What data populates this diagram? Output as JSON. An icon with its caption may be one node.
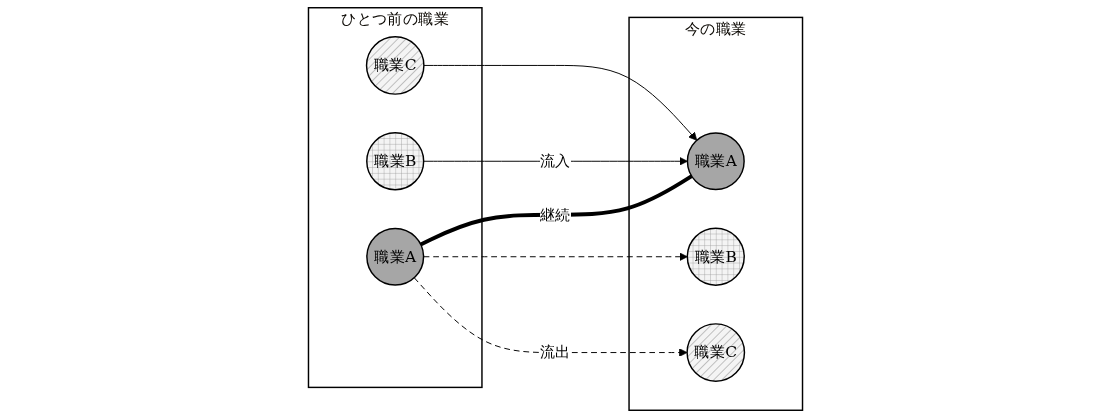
{
  "diagram": {
    "nodes": [
      {
        "text": [
          "ひとつ前の職業"
        ]
      },
      {
        "text": [
          "職業A"
        ],
        "in": 0
      },
      {
        "text": [
          "職業B"
        ],
        "in": 0
      },
      {
        "text": [
          "職業C"
        ],
        "in": 0
      },
      {
        "text": [
          "今の職業"
        ]
      },
      {
        "text": [
          "職業A"
        ],
        "in": 4
      },
      {
        "text": [
          "職業B"
        ],
        "in": 4
      },
      {
        "text": [
          "職業C"
        ],
        "in": 4
      }
    ],
    "edges": [
      {
        "from": 1,
        "to": 5,
        "arrow": "none",
        "label": "継続",
        "style": "thick"
      },
      {
        "from": 2,
        "to": 5,
        "arrow": "to",
        "label": "流入"
      },
      {
        "from": 3,
        "to": 5,
        "arrow": "to"
      },
      {
        "from": 1,
        "to": 6,
        "arrow": "to",
        "style": "dashed"
      },
      {
        "from": 1,
        "to": 7,
        "arrow": "to",
        "style": "dashed",
        "label": "流出"
      }
    ]
  }
}
